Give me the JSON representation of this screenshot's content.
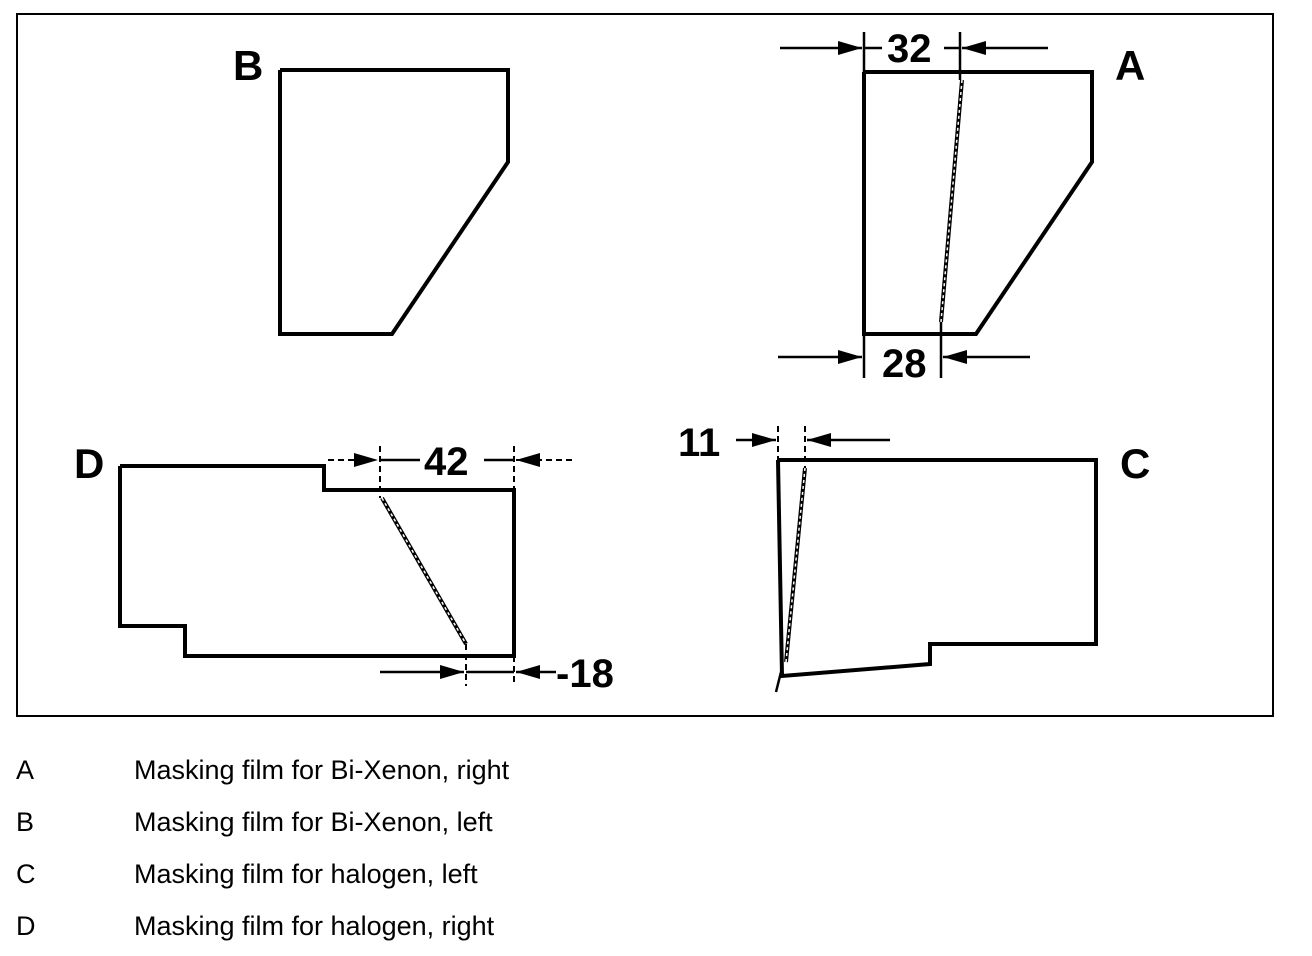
{
  "figure": {
    "panels": {
      "A": {
        "letter": "A",
        "dim_top": "32",
        "dim_bottom": "28"
      },
      "B": {
        "letter": "B"
      },
      "C": {
        "letter": "C",
        "dim_top": "11"
      },
      "D": {
        "letter": "D",
        "dim_top": "42",
        "dim_bottom": "-18"
      }
    }
  },
  "legend": [
    {
      "key": "A",
      "text": "Masking film for Bi-Xenon, right"
    },
    {
      "key": "B",
      "text": "Masking film for Bi-Xenon, left"
    },
    {
      "key": "C",
      "text": "Masking film for halogen, left"
    },
    {
      "key": "D",
      "text": "Masking film for halogen, right"
    }
  ]
}
